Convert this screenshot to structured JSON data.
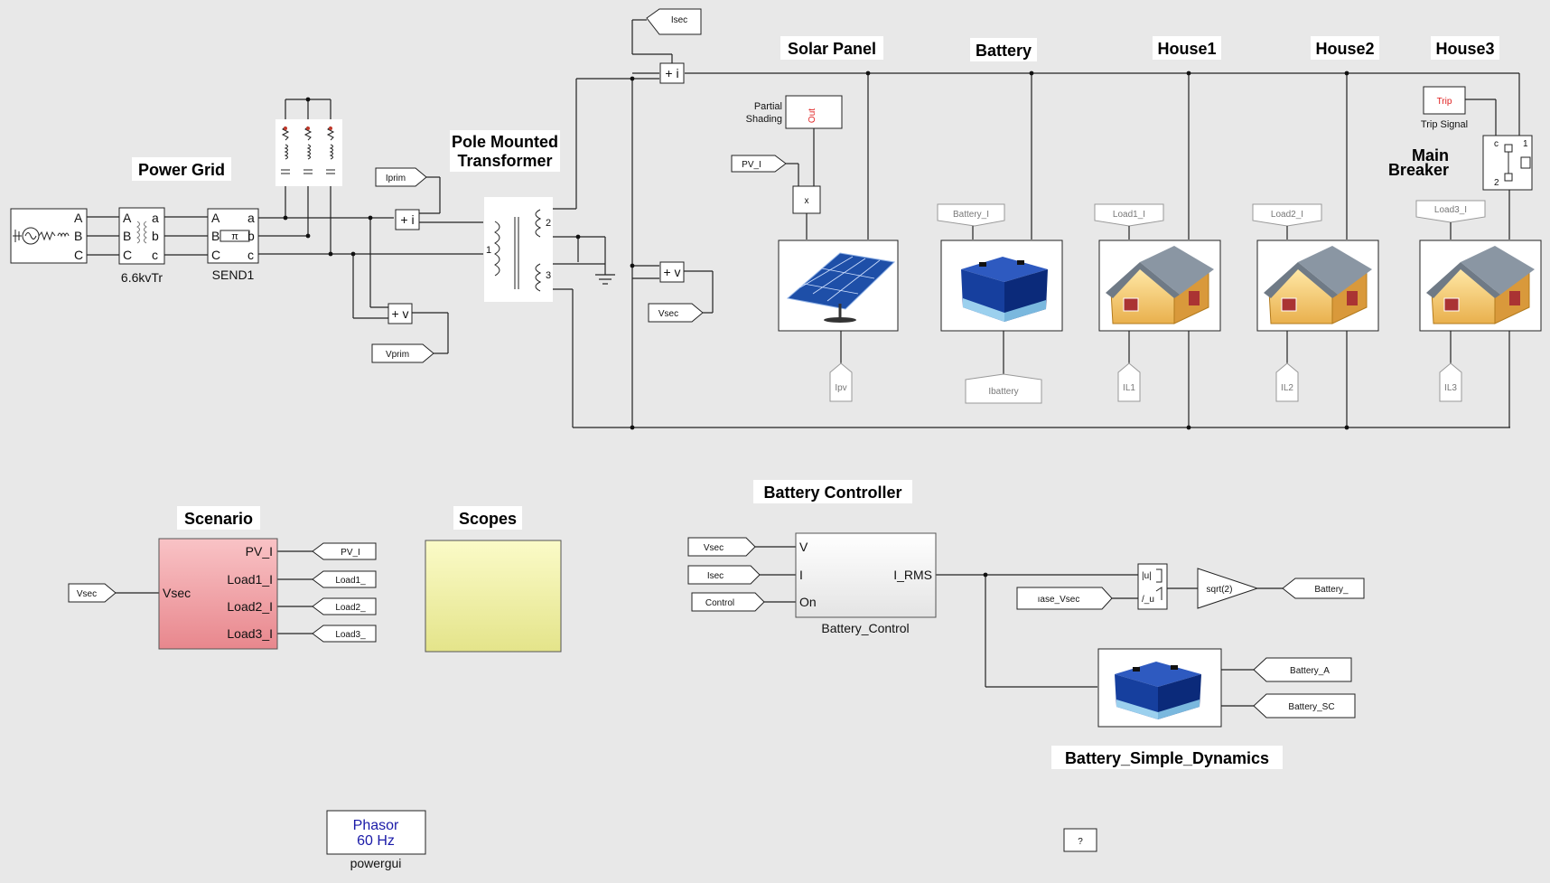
{
  "sections": {
    "power_grid": "Power Grid",
    "pole_transformer_1": "Pole Mounted",
    "pole_transformer_2": "Transformer",
    "solar_panel": "Solar Panel",
    "battery": "Battery",
    "house1": "House1",
    "house2": "House2",
    "house3": "House3",
    "scenario": "Scenario",
    "scopes": "Scopes",
    "battery_controller": "Battery Controller",
    "battery_simple_dynamics": "Battery_Simple_Dynamics"
  },
  "blocks": {
    "tr66": "6.6kvTr",
    "send1": "SEND1",
    "battery_control": "Battery_Control",
    "main_breaker_1": "Main",
    "main_breaker_2": "Breaker",
    "trip": "Trip",
    "trip_signal": "Trip Signal",
    "partial_shading_1": "Partial",
    "partial_shading_2": "Shading",
    "out": "Out",
    "mult": "x",
    "powergui_1": "Phasor",
    "powergui_2": "60 Hz",
    "powergui": "powergui",
    "help": "?",
    "sqrt": "sqrt(2)",
    "abs_top": "|u|",
    "abs_bot": "/_u"
  },
  "grid_ports": {
    "left": [
      "A",
      "B",
      "C"
    ],
    "right": [
      "a",
      "b",
      "c"
    ],
    "tr_left": [
      "A",
      "B",
      "C"
    ],
    "tr_right": [
      "a",
      "b",
      "c"
    ],
    "pi": "π"
  },
  "meters": {
    "iplus": "+ i",
    "vplus": "+ v"
  },
  "goto_tags": {
    "isec": "Isec",
    "iprim": "Iprim",
    "vprim": "Vprim",
    "vsec_top": "Vsec",
    "pv_i": "PV_I",
    "battery_i": "Battery_I",
    "load1_i": "Load1_I",
    "load2_i": "Load2_I",
    "load3_i": "Load3_I",
    "ipv": "Ipv",
    "ibattery": "Ibattery",
    "il1": "IL1",
    "il2": "IL2",
    "il3": "IL3"
  },
  "scenario": {
    "input_tag": "Vsec",
    "input_port": "Vsec",
    "outputs": [
      "PV_I",
      "Load1_I",
      "Load2_I",
      "Load3_I"
    ],
    "output_tags": [
      "PV_I",
      "Load1_",
      "Load2_",
      "Load3_"
    ]
  },
  "battery_control": {
    "in_tags": [
      "Vsec",
      "Isec",
      "Control"
    ],
    "in_ports": [
      "V",
      "I",
      "On"
    ],
    "out_port": "I_RMS",
    "phase_tag": "ıase_Vsec",
    "out_tag": "Battery_",
    "dyn_tags": [
      "Battery_A",
      "Battery_SC"
    ]
  },
  "colors": {
    "scenario_fill": "#f4a9ad",
    "scopes_fill": "#eeee99",
    "powergui_text": "#1a1aa8",
    "trip_red": "#e02020"
  }
}
